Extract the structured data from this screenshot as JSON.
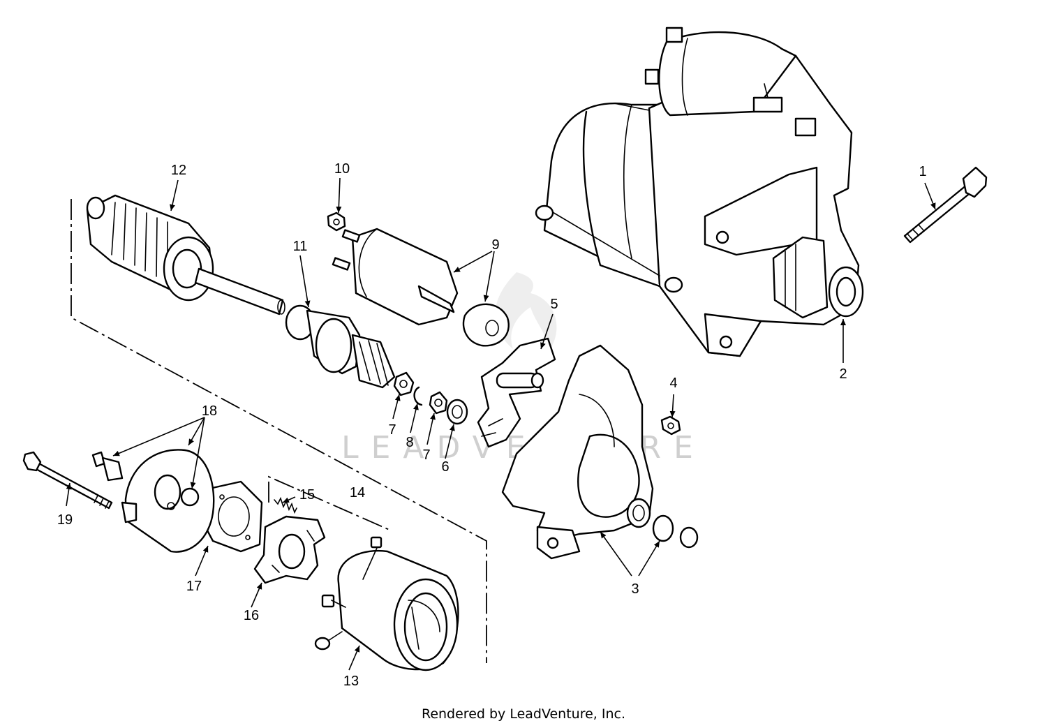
{
  "watermark": "LEADVENTURE",
  "footer": "Rendered by LeadVenture, Inc.",
  "callouts": {
    "c1": "1",
    "c2": "2",
    "c3": "3",
    "c4": "4",
    "c5": "5",
    "c6": "6",
    "c7a": "7",
    "c7b": "7",
    "c8": "8",
    "c9": "9",
    "c10": "10",
    "c11": "11",
    "c12": "12",
    "c13": "13",
    "c14": "14",
    "c15": "15",
    "c16": "16",
    "c17": "17",
    "c18": "18",
    "c19": "19"
  }
}
